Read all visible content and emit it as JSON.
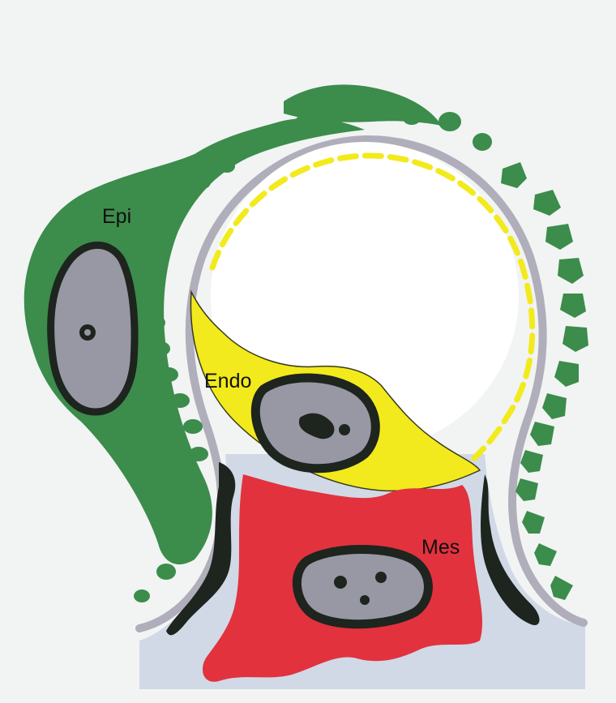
{
  "labels": {
    "epi": "Epi",
    "endo": "Endo",
    "mes": "Mes"
  },
  "colors": {
    "background": "#f1f4f3",
    "epithelium": "#3c8c4c",
    "endothelium": "#f2ea1c",
    "mesenchyme": "#e2323e",
    "capillary_wall": "#b0aeba",
    "matrix": "#d1d9e6",
    "nucleus": "#9898a4",
    "chromatin": "#1e241e"
  }
}
